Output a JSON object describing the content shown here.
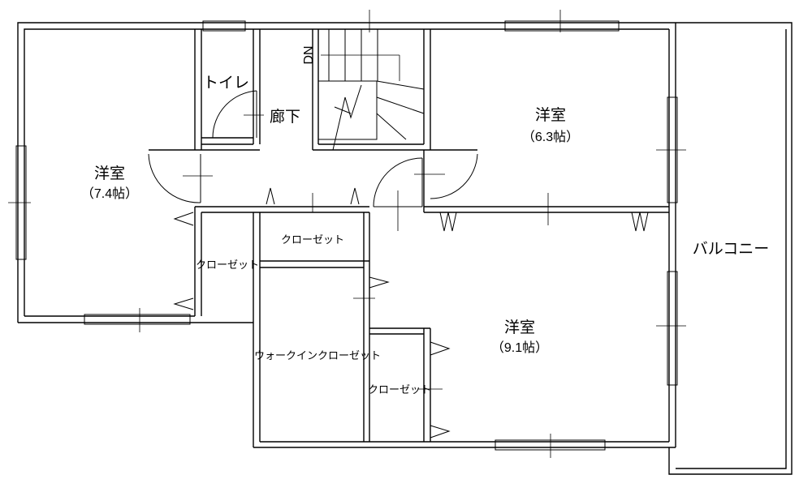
{
  "labels": {
    "stairs_dn": "DN",
    "toilet": "トイレ",
    "hallway": "廊下",
    "room_ne_name": "洋室",
    "room_ne_size": "（6.3帖）",
    "room_w_name": "洋室",
    "room_w_size": "（7.4帖）",
    "room_se_name": "洋室",
    "room_se_size": "（9.1帖）",
    "balcony": "バルコニー",
    "closet_center": "クローゼット",
    "closet_west": "クローゼット",
    "closet_south": "クローゼット",
    "walk_in_closet": "ウォークインクローゼット"
  },
  "colors": {
    "line": "#000000",
    "background": "#ffffff"
  }
}
